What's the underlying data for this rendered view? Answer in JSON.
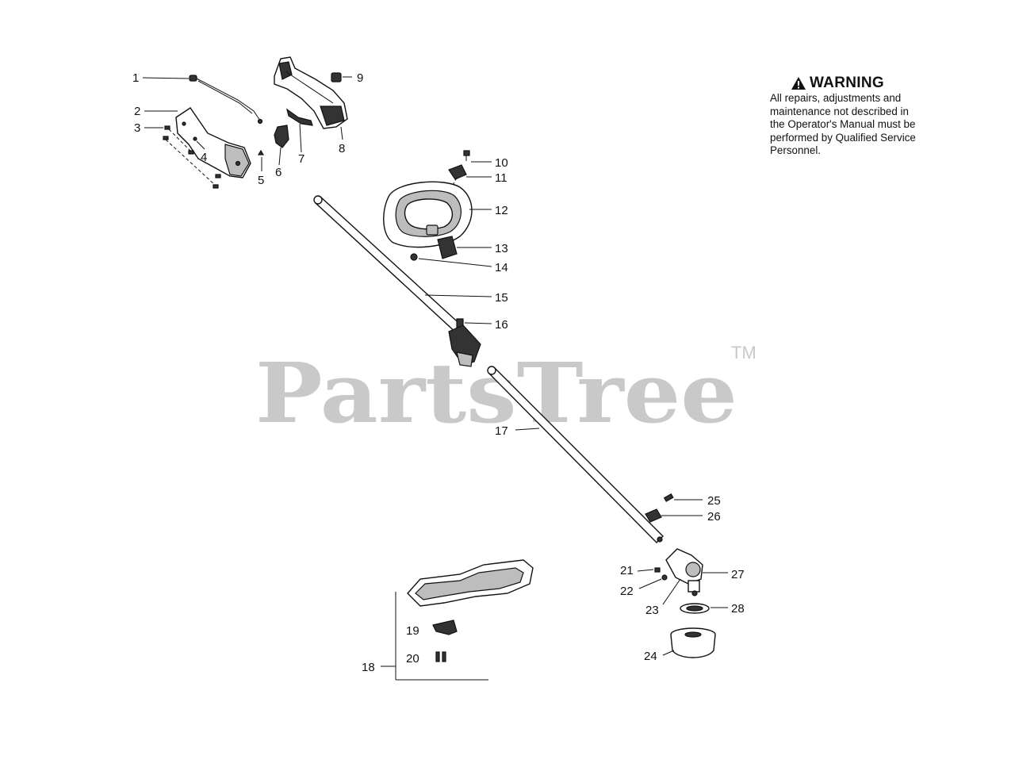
{
  "watermark": {
    "text": "PartsTree",
    "trademark": "TM"
  },
  "warning": {
    "title": "WARNING",
    "body": "All repairs, adjustments and\nmaintenance not described in\nthe Operator's Manual must be\nperformed by Qualified Service\nPersonnel."
  },
  "callouts": [
    "1",
    "2",
    "3",
    "4",
    "5",
    "6",
    "7",
    "8",
    "9",
    "10",
    "11",
    "12",
    "13",
    "14",
    "15",
    "16",
    "17",
    "18",
    "19",
    "20",
    "21",
    "22",
    "23",
    "24",
    "25",
    "26",
    "27",
    "28"
  ]
}
